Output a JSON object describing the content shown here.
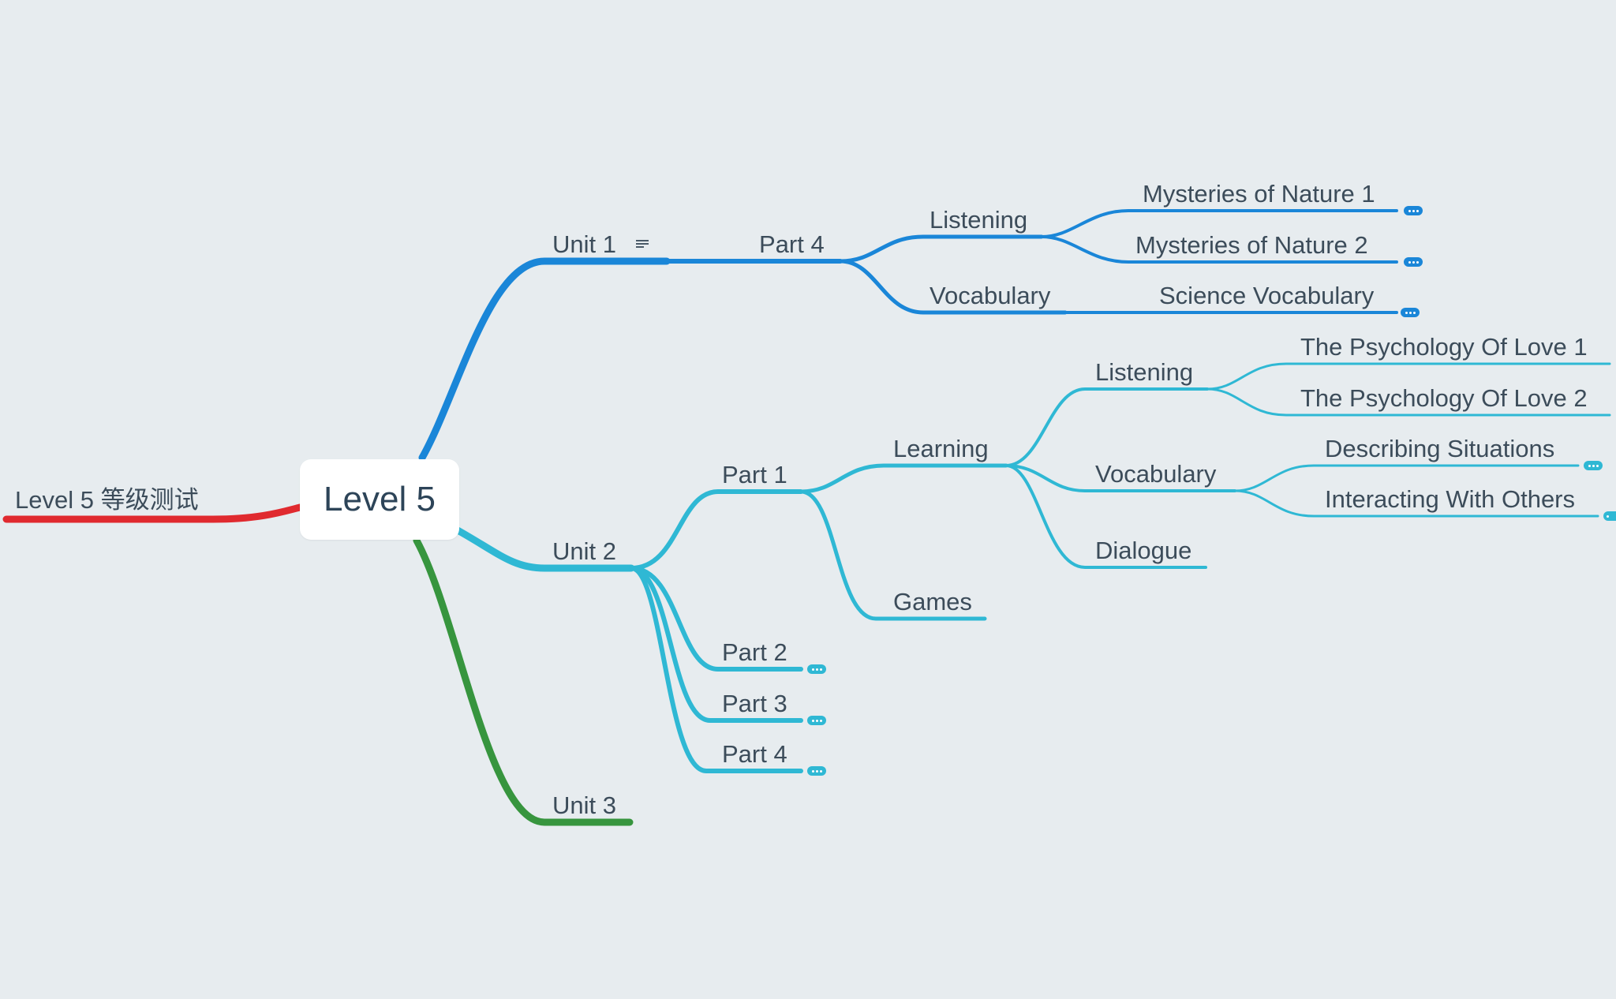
{
  "colors": {
    "background": "#e7ecef",
    "branch_unit1": "#1a86d8",
    "branch_unit2": "#2fb8d4",
    "branch_unit3": "#37953e",
    "branch_floating": "#e02a2f"
  },
  "root": {
    "label": "Level 5"
  },
  "floating_topic": {
    "label": "Level 5 等级测试"
  },
  "unit1": {
    "label": "Unit 1",
    "note_icon": "note-icon",
    "part4": {
      "label": "Part 4",
      "listening": {
        "label": "Listening",
        "items": [
          "Mysteries of Nature 1",
          "Mysteries of Nature 2"
        ]
      },
      "vocabulary": {
        "label": "Vocabulary",
        "items": [
          "Science Vocabulary"
        ]
      }
    }
  },
  "unit2": {
    "label": "Unit 2",
    "part1": {
      "label": "Part 1",
      "learning": {
        "label": "Learning",
        "listening": {
          "label": "Listening",
          "items": [
            "The Psychology Of Love 1",
            "The Psychology Of Love 2"
          ]
        },
        "vocabulary": {
          "label": "Vocabulary",
          "items": [
            "Describing Situations",
            "Interacting With Others"
          ]
        },
        "dialogue": {
          "label": "Dialogue"
        }
      },
      "games": {
        "label": "Games"
      }
    },
    "part2": {
      "label": "Part 2"
    },
    "part3": {
      "label": "Part 3"
    },
    "part4": {
      "label": "Part 4"
    }
  },
  "unit3": {
    "label": "Unit 3"
  }
}
